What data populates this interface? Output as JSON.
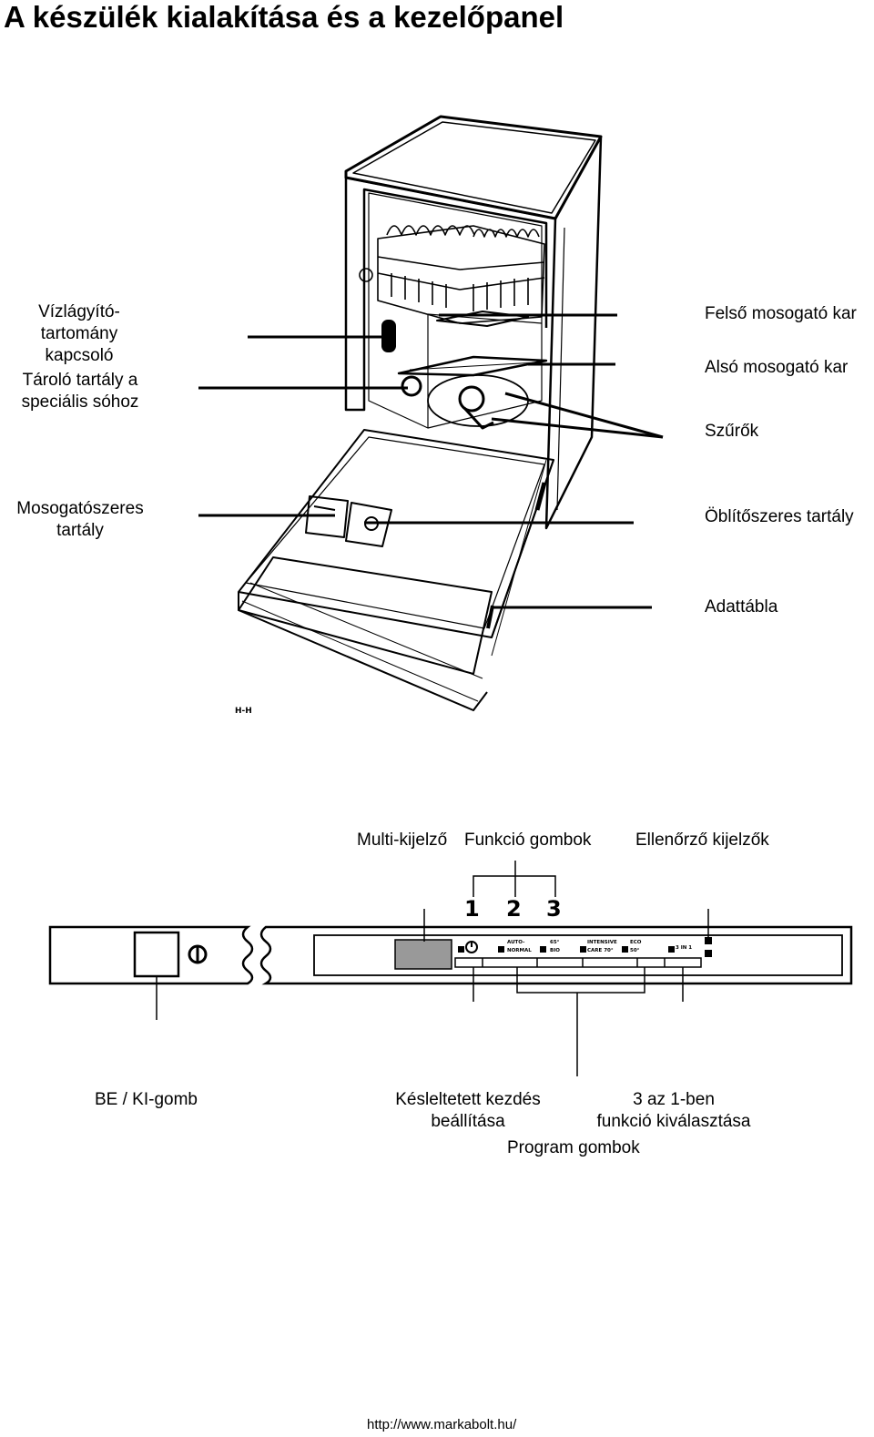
{
  "title": "A készülék kialakítása és a kezelőpanel",
  "dishwasher_labels": {
    "water_softener_switch": "Vízlágyító-\ntartomány\nkapcsoló",
    "salt_container": "Tároló tartály a\nspeciális sóhoz",
    "detergent_dispenser": "Mosogatószeres\ntartály",
    "upper_spray_arm": "Felső mosogató kar",
    "lower_spray_arm": "Alsó mosogató kar",
    "filters": "Szűrők",
    "rinse_aid_dispenser": "Öblítőszeres tartály",
    "rating_plate": "Adattábla"
  },
  "panel_top_labels": {
    "multi_display": "Multi-kijelző",
    "function_buttons": "Funkció gombok",
    "indicator_lights": "Ellenőrző kijelzők"
  },
  "panel_numbers": [
    "1",
    "2",
    "3"
  ],
  "panel_button_legends": {
    "b1": "AUTO-\nNORMAL",
    "b2": "65°\nBIO",
    "b3": "INTENSIVE\nCARE 70°",
    "b4": "ECO\n50°",
    "b5": "3 IN 1"
  },
  "panel_bottom_labels": {
    "on_off": "BE / KI-gomb",
    "delay_start": "Késleltetett kezdés\nbeállítása",
    "three_in_one": "3 az 1-ben\nfunkció kiválasztása",
    "program_buttons": "Program gombok"
  },
  "footer": "http://www.markabolt.hu/"
}
